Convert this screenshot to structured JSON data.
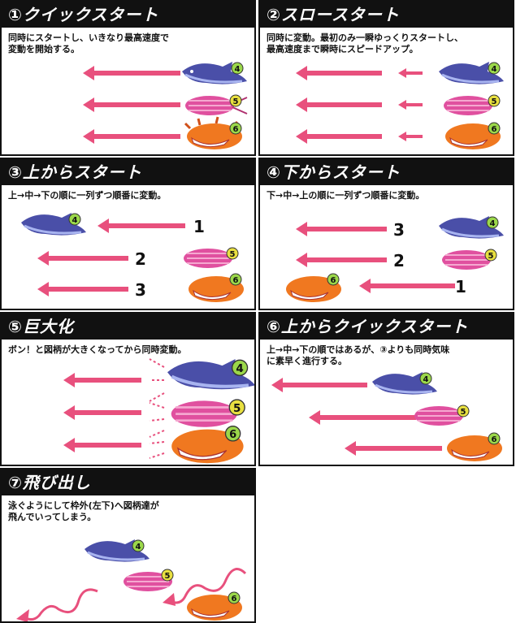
{
  "panels": [
    {
      "title": "①クイックスタート",
      "desc_lines": [
        "同時にスタートし、いきなり最高速度で",
        "変動を開始する。"
      ]
    },
    {
      "title": "②スロースタート",
      "desc_lines": [
        "同時に変動。最初のみ一瞬ゆっくりスタートし、",
        "最高速度まで瞬時にスピードアップ。"
      ]
    },
    {
      "title": "③上からスタート",
      "desc_lines": [
        "上→中→下の順に一列ずつ順番に変動。"
      ],
      "labels": [
        "1",
        "2",
        "3"
      ]
    },
    {
      "title": "④下からスタート",
      "desc_lines": [
        "下→中→上の順に一列ずつ順番に変動。"
      ],
      "labels": [
        "3",
        "2",
        "1"
      ]
    },
    {
      "title": "⑤巨大化",
      "desc_lines": [
        "ボン！と図柄が大きくなってから同時変動。"
      ]
    },
    {
      "title": "⑥上からクイックスタート",
      "desc_lines": [
        "上→中→下の順ではあるが、③よりも同時気味",
        "に素早く進行する。"
      ]
    },
    {
      "title": "⑦飛び出し",
      "desc_lines": [
        "泳ぐようにして枠外(左下)へ図柄達が",
        "飛んでいってしまう。"
      ]
    }
  ],
  "symbol_numbers": {
    "shark": "4",
    "shrimp": "5",
    "pufferfish": "6"
  },
  "colors": {
    "arrow": "#e8507d",
    "shark": "#4a4fa8",
    "shrimp": "#e0509f",
    "pufferfish": "#f07820",
    "header": "#111111"
  },
  "icons": [
    "shark-symbol-icon",
    "shrimp-symbol-icon",
    "pufferfish-symbol-icon",
    "left-arrow-icon",
    "wavy-arrow-icon"
  ]
}
